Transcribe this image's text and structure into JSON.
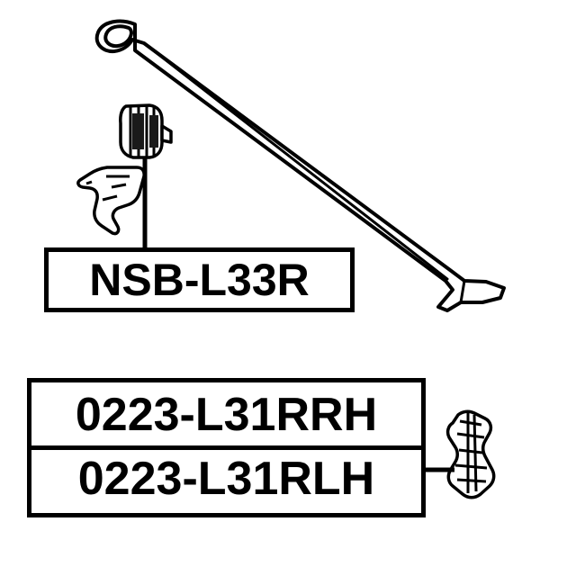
{
  "diagram": {
    "type": "automotive-parts-exploded-line-drawing",
    "background_color": "#ffffff",
    "line_color": "#000000",
    "parts": [
      {
        "id": "stabilizer-bar",
        "name": "sway-bar",
        "description": "long diagonal stabilizer bar running from upper-left to lower-right"
      },
      {
        "id": "bushing",
        "name": "stabilizer-bushing",
        "description": "small ribbed bushing at top-left connected to the NSB-L33R label"
      },
      {
        "id": "bracket-left",
        "name": "stabilizer-bracket",
        "description": "small bracket below the bushing"
      },
      {
        "id": "link-right",
        "name": "stabilizer-link",
        "description": "small link part at right of lower label box"
      }
    ],
    "labels": {
      "top": {
        "lines": [
          "NSB-L33R"
        ]
      },
      "bottom": {
        "lines": [
          "0223-L31RRH",
          "0223-L31RLH"
        ]
      }
    }
  }
}
